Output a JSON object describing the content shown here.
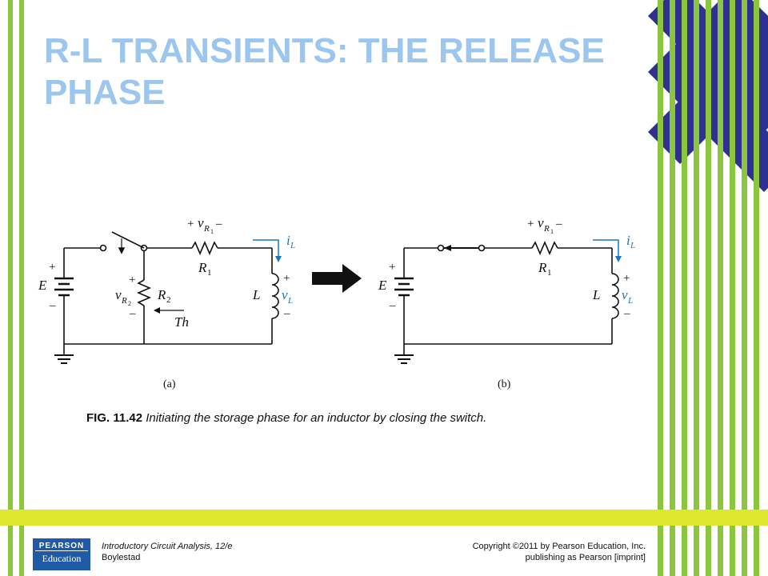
{
  "slide": {
    "title": "R-L TRANSIENTS: THE RELEASE PHASE"
  },
  "figure": {
    "panel_a": {
      "label": "(a)",
      "E": "E",
      "R1": "R",
      "R1_sub": "1",
      "R2": "R",
      "R2_sub": "2",
      "L": "L",
      "Th": "Th",
      "vR1": "v",
      "vR1_sub": "R",
      "vR1_subsub": "1",
      "vR2": "v",
      "vR2_sub": "R",
      "vR2_subsub": "2",
      "iL": "i",
      "iL_sub": "L",
      "vL": "v",
      "vL_sub": "L",
      "plus": "+",
      "minus": "–"
    },
    "panel_b": {
      "label": "(b)",
      "E": "E",
      "R1": "R",
      "R1_sub": "1",
      "L": "L",
      "vR1": "v",
      "vR1_sub": "R",
      "vR1_subsub": "1",
      "iL": "i",
      "iL_sub": "L",
      "vL": "v",
      "vL_sub": "L",
      "plus": "+",
      "minus": "–"
    },
    "caption_label": "FIG. 11.42",
    "caption_text": "Initiating the storage phase for an inductor by closing the switch."
  },
  "footer": {
    "logo_line1": "PEARSON",
    "logo_line2": "Education",
    "book_title": "Introductory Circuit Analysis, 12/e",
    "book_author": "Boylestad",
    "copyright_line1": "Copyright ©2011 by Pearson Education, Inc.",
    "copyright_line2": "publishing as Pearson [imprint]"
  },
  "colors": {
    "title": "#9cc6ee",
    "stripe_green": "#8cc63f",
    "diamond_navy": "#2e3192",
    "footer_yellow": "#dfe62e",
    "logo_blue": "#1f5aa7",
    "current_blue": "#1a75bc"
  }
}
